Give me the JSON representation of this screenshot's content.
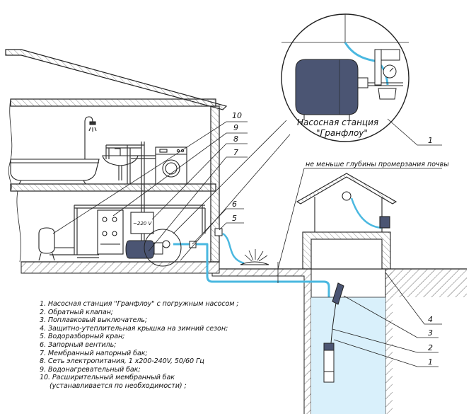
{
  "callouts": {
    "station_title_line1": "Насосная станция",
    "station_title_line2": "\"Гранфлоу\"",
    "frost_depth": "не меньше глубины промерзания почвы",
    "voltage": "~220 V",
    "n1": "1",
    "n2": "2",
    "n3": "3",
    "n4": "4",
    "n5": "5",
    "n6": "6",
    "n7": "7",
    "n8": "8",
    "n9": "9",
    "n10": "10",
    "n1b": "1"
  },
  "legend": {
    "items": [
      "1. Насосная станция \"Гранфлоу\" с погружным насосом ;",
      "2. Обратный клапан;",
      "3. Поплавковый выключатель;",
      "4. Защитно-утеплительная крышка на зимний сезон;",
      "5. Водоразборный кран;",
      "6. Запорный вентиль;",
      "7. Мембранный напорный бак;",
      "8. Сеть электропитания, 1 x200-240V, 50/60 Гц",
      "9. Водонагревательный бак;",
      "10. Расширительный мембранный бак"
    ],
    "item10_cont": "(устанавливается по необходимости) ;"
  },
  "colors": {
    "water": "#d9f0fb",
    "pipe": "#4ab8e0",
    "tank": "#4b5573",
    "ground_hatch": "#555555",
    "line": "#222222"
  },
  "icons": [
    "house-section",
    "bathtub",
    "shower",
    "washing-machine",
    "pumping-station",
    "pressure-gauge",
    "well",
    "submersible-pump",
    "well-cover-roof",
    "garden-sprinkler"
  ]
}
